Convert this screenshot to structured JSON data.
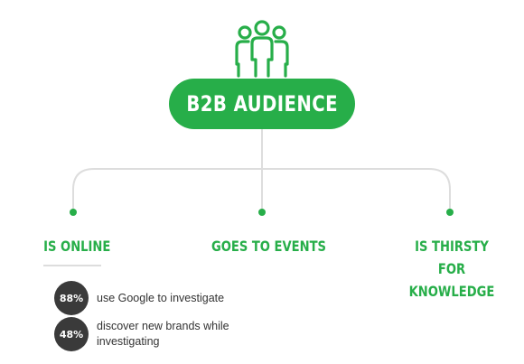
{
  "diagram": {
    "title": "B2B AUDIENCE",
    "branches": [
      {
        "label": "IS ONLINE"
      },
      {
        "label": "GOES TO EVENTS"
      },
      {
        "label": "IS THIRSTY FOR KNOWLEDGE"
      }
    ],
    "stats": [
      {
        "value": "88%",
        "text": "use Google to investigate"
      },
      {
        "value": "48%",
        "text": "discover new brands while investigating"
      }
    ]
  },
  "colors": {
    "accent": "#27ae49",
    "connector": "#dddddd",
    "badge": "#3a3a3a"
  },
  "icons": [
    "people-group-icon"
  ]
}
